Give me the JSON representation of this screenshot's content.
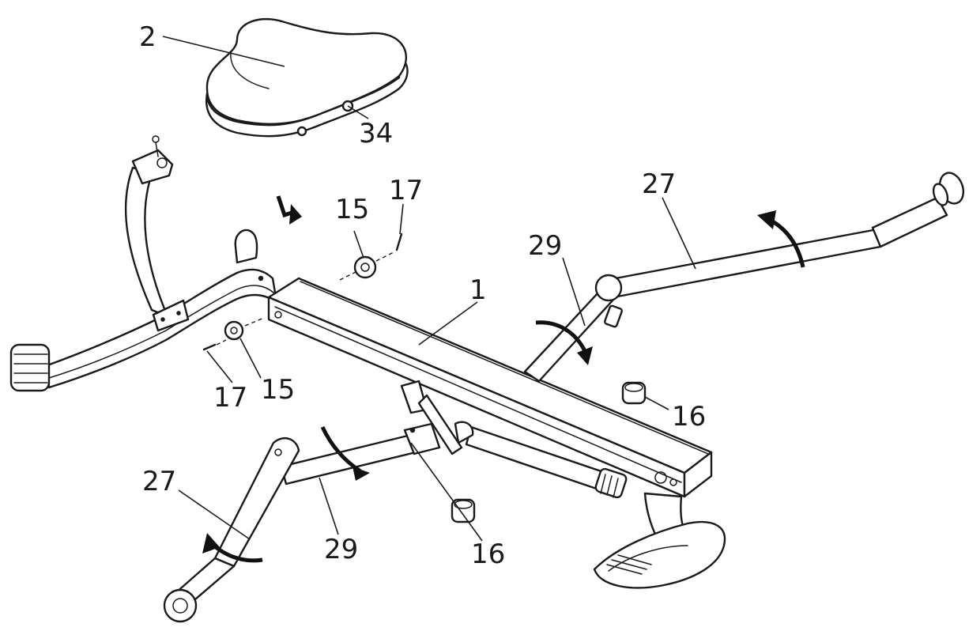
{
  "callouts": {
    "c2": "2",
    "c34": "34",
    "c15a": "15",
    "c17a": "17",
    "c27a": "27",
    "c29a": "29",
    "c1": "1",
    "c17b": "17",
    "c15b": "15",
    "c16a": "16",
    "c27b": "27",
    "c29b": "29",
    "c16b": "16"
  },
  "colors": {
    "line": "#1a1a1a",
    "background": "#ffffff"
  }
}
